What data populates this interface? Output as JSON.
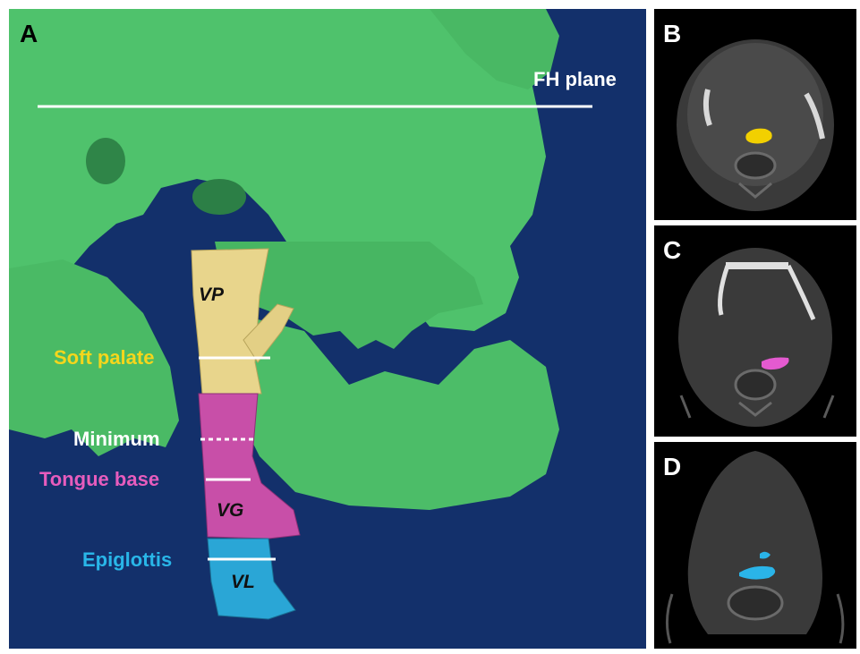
{
  "panel_a": {
    "letter": "A",
    "fh_plane": "FH plane",
    "soft_palate": "Soft palate",
    "minimum": "Minimum",
    "tongue_base": "Tongue base",
    "epiglottis": "Epiglottis",
    "segments": {
      "vp": "VP",
      "vg": "VG",
      "vl": "VL"
    }
  },
  "panel_b": {
    "letter": "B"
  },
  "panel_c": {
    "letter": "C"
  },
  "panel_d": {
    "letter": "D"
  },
  "colors": {
    "background_blue": "#13306b",
    "skull_green": "#4fc26c",
    "vp_yellow": "#e8d58c",
    "vg_magenta": "#c84fa8",
    "vl_cyan": "#2aa6d6",
    "soft_palate_label": "#f5d61c",
    "tongue_base_label": "#e75cbd",
    "epiglottis_label": "#29b6e8"
  }
}
